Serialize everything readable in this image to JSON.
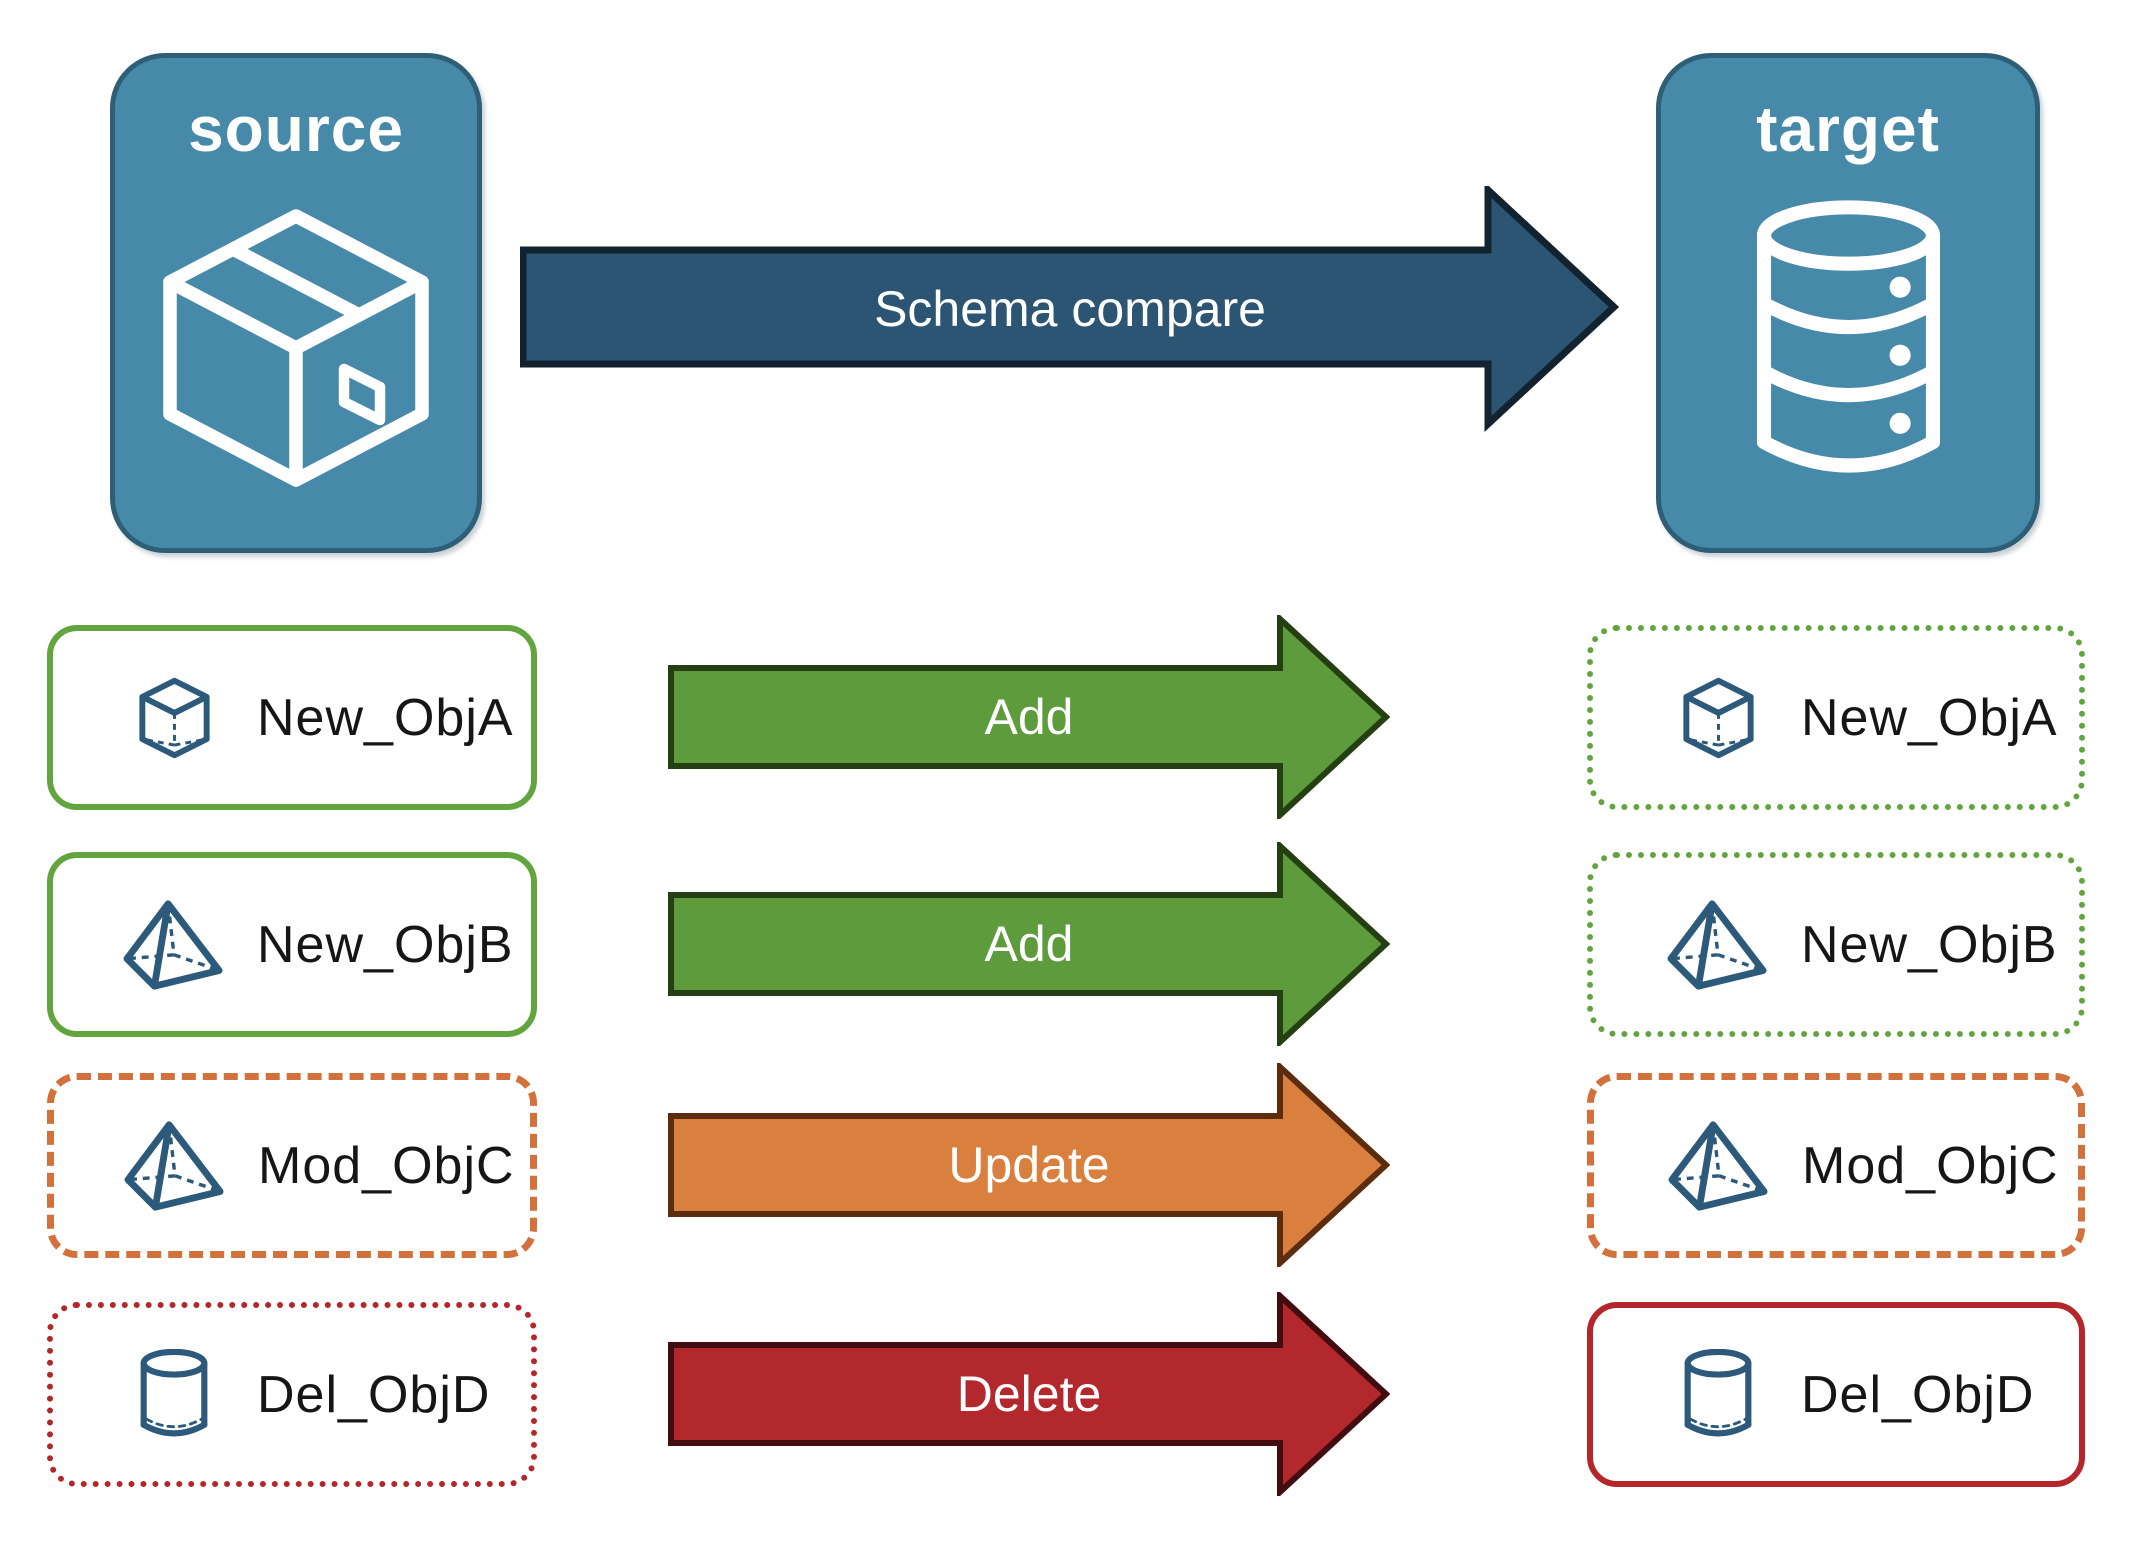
{
  "source_node": {
    "label": "source",
    "icon": "package-box-icon"
  },
  "target_node": {
    "label": "target",
    "icon": "database-icon"
  },
  "compare_arrow": {
    "label": "Schema compare"
  },
  "rows": [
    {
      "object": "New_ObjA",
      "icon": "cube-icon",
      "action": "Add",
      "source_style": "solid-green",
      "target_style": "dotted-green"
    },
    {
      "object": "New_ObjB",
      "icon": "pyramid-icon",
      "action": "Add",
      "source_style": "solid-green",
      "target_style": "dotted-green"
    },
    {
      "object": "Mod_ObjC",
      "icon": "pyramid-icon",
      "action": "Update",
      "source_style": "dashed-orange",
      "target_style": "dashed-orange"
    },
    {
      "object": "Del_ObjD",
      "icon": "cylinder-icon",
      "action": "Delete",
      "source_style": "dotted-red",
      "target_style": "solid-red"
    }
  ],
  "colors": {
    "node_fill": "#4789a8",
    "node_border": "#2f5f77",
    "icon_stroke": "#2d5a7b",
    "compare_arrow_fill": "#2b5573",
    "add_arrow_fill": "#5d9b3d",
    "update_arrow_fill": "#d9803f",
    "delete_arrow_fill": "#b2282c",
    "green_border": "#62a53e",
    "orange_border": "#d2713b",
    "red_border": "#b5262b"
  }
}
